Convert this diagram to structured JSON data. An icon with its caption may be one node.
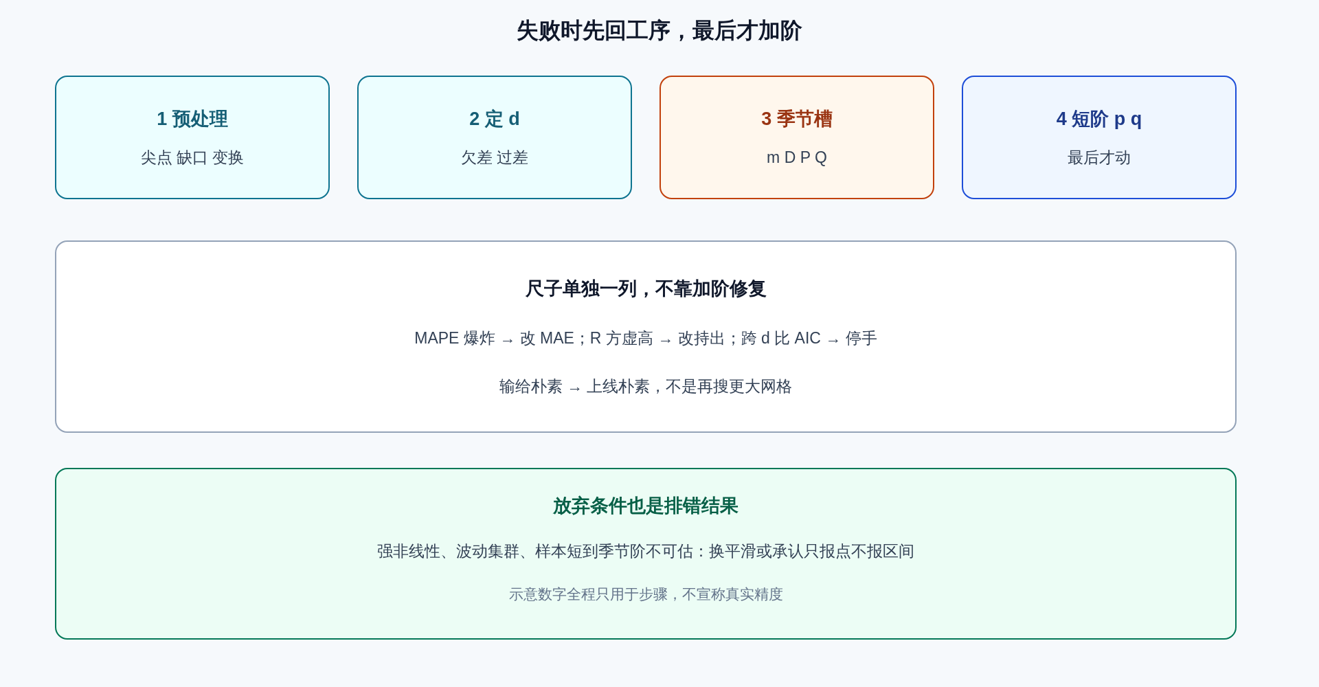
{
  "diagram": {
    "title": "失败时先回工序，最后才加阶",
    "nodes": [
      {
        "text": [
          "1 预处理",
          "尖点 缺口 变换"
        ]
      },
      {
        "text": [
          "2 定 d",
          "欠差 过差"
        ]
      },
      {
        "text": [
          "3 季节槽",
          "m D P Q"
        ]
      },
      {
        "text": [
          "4 短阶 p q",
          "最后才动"
        ]
      },
      {
        "text": [
          "尺子单独一列，不靠加阶修复",
          "MAPE 爆炸 → 改 MAE；R 方虚高 → 改持出；跨 d 比 AIC → 停手",
          "输给朴素 → 上线朴素，不是再搜更大网格"
        ]
      },
      {
        "text": [
          "放弃条件也是排错结果",
          "强非线性、波动集群、样本短到季节阶不可估：换平滑或承认只报点不报区间",
          "示意数字全程只用于步骤，不宣称真实精度"
        ]
      }
    ]
  }
}
